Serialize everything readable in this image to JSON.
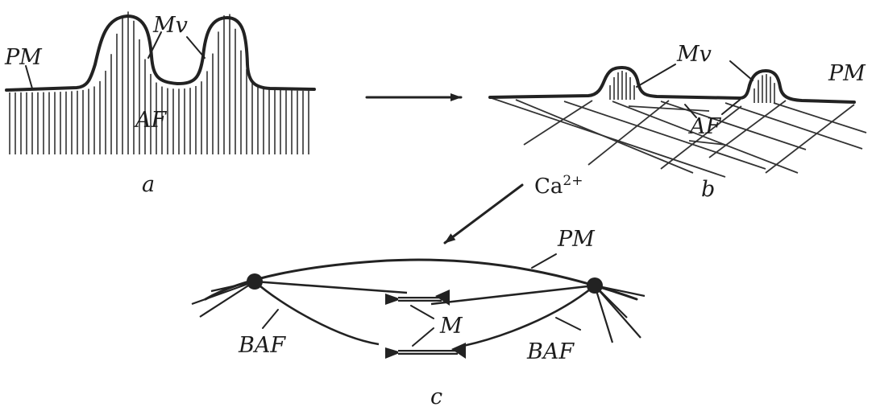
{
  "labels": {
    "a": {
      "pm": "PM",
      "mv": "Mv",
      "af": "AF",
      "panel": "a"
    },
    "b": {
      "mv": "Mv",
      "pm": "PM",
      "af": "AF",
      "panel": "b"
    },
    "ion": {
      "base": "Ca",
      "sup": "2+"
    },
    "c": {
      "pm": "PM",
      "m": "M",
      "baf_left": "BAF",
      "baf_right": "BAF",
      "panel": "c"
    }
  },
  "colors": {
    "ink": "#222222",
    "background": "#ffffff"
  }
}
